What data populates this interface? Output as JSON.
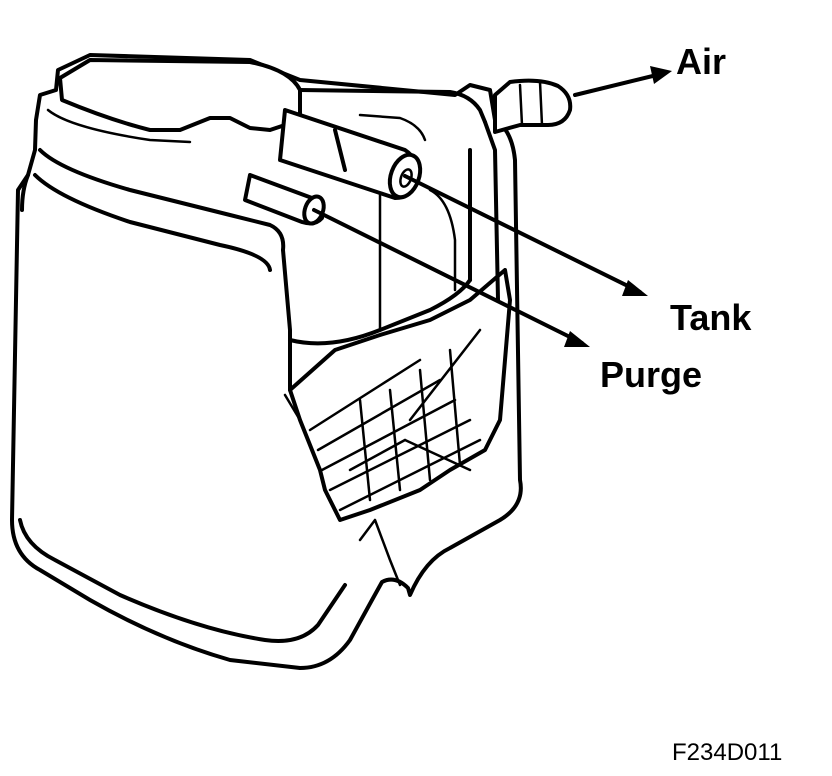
{
  "labels": {
    "air": "Air",
    "tank": "Tank",
    "purge": "Purge"
  },
  "figure_code": "F234D011",
  "colors": {
    "ink": "#000000",
    "background": "#ffffff"
  }
}
